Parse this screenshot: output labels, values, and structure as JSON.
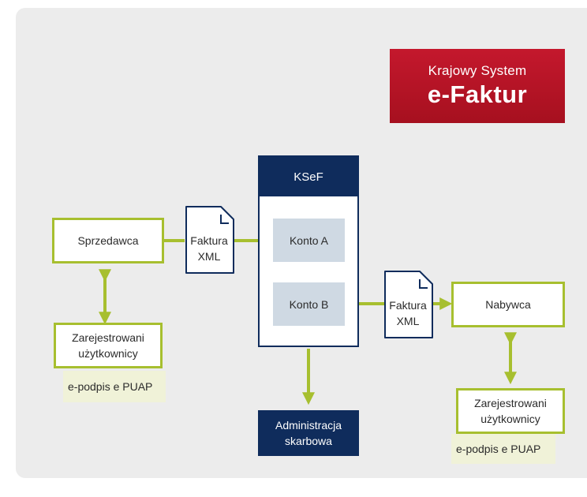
{
  "logo": {
    "line1": "Krajowy System",
    "line2": "e-Faktur"
  },
  "seller": {
    "name": "Sprzedawca",
    "users_line1": "Zarejestrowani",
    "users_line2": "użytkownicy",
    "auth": "e-podpis e PUAP"
  },
  "buyer": {
    "name": "Nabywca",
    "users_line1": "Zarejestrowani",
    "users_line2": "użytkownicy",
    "auth": "e-podpis e PUAP"
  },
  "invoice_in": {
    "line1": "Faktura",
    "line2": "XML"
  },
  "invoice_out": {
    "line1": "Faktura",
    "line2": "XML"
  },
  "ksef": {
    "title": "KSeF",
    "account_a": "Konto A",
    "account_b": "Konto B"
  },
  "admin": {
    "line1": "Administracja",
    "line2": "skarbowa"
  },
  "colors": {
    "green": "#a7bf2f",
    "navy": "#0f2c5c",
    "red": "#c4182d",
    "account": "#cfd9e3"
  }
}
